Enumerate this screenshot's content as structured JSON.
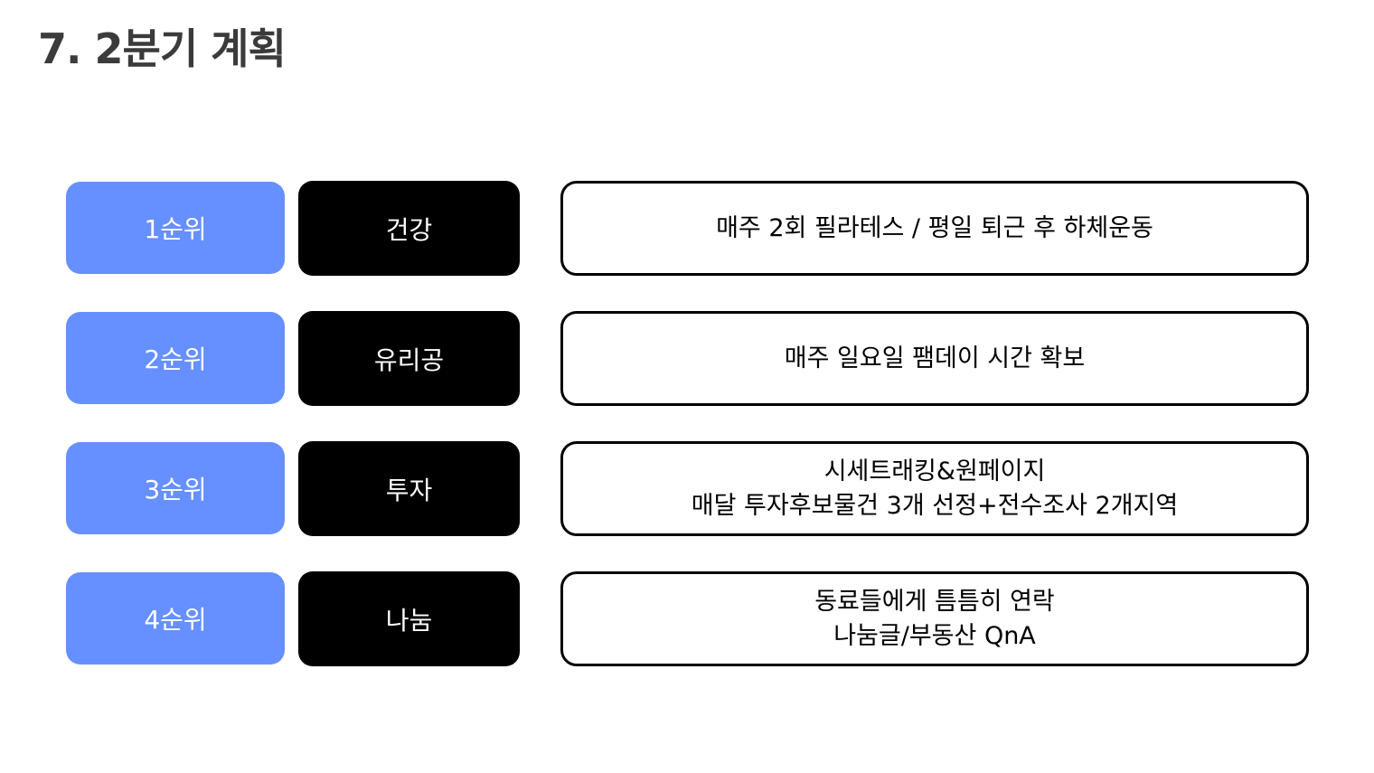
{
  "title": "7. 2분기 계획",
  "rows": [
    {
      "rank": "1순위",
      "category": "건강",
      "lines": [
        "매주 2회 필라테스 / 평일 퇴근 후 하체운동"
      ]
    },
    {
      "rank": "2순위",
      "category": "유리공",
      "lines": [
        "매주 일요일 팸데이 시간 확보"
      ]
    },
    {
      "rank": "3순위",
      "category": "투자",
      "lines": [
        "시세트래킹&원페이지",
        "매달 투자후보물건 3개 선정+전수조사 2개지역"
      ]
    },
    {
      "rank": "4순위",
      "category": "나눔",
      "lines": [
        "동료들에게 틈틈히 연락",
        "나눔글/부동산 QnA"
      ]
    }
  ],
  "colors": {
    "rank_bg": "#6690ff",
    "category_bg": "#000000",
    "title": "#3b3b3b"
  }
}
